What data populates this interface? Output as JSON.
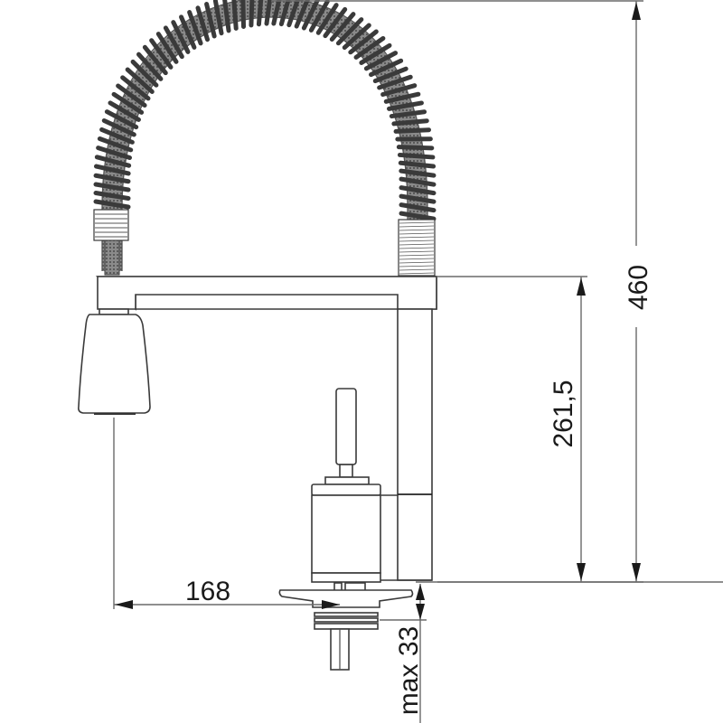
{
  "diagram": {
    "subject": "Pull-down spring kitchen faucet, side elevation technical drawing",
    "units": "mm",
    "colors": {
      "line": "#3a3a3a",
      "dimension_line": "#6a6a6a",
      "text": "#1a1a1a",
      "spring_fill": "#6b6b6b",
      "background": "#ffffff"
    },
    "dimensions": {
      "total_height": {
        "label": "460",
        "orientation": "vertical"
      },
      "spout_height": {
        "label": "261,5",
        "orientation": "vertical"
      },
      "reach": {
        "label": "168",
        "orientation": "horizontal"
      },
      "max_countertop_thickness": {
        "label": "max 33",
        "orientation": "vertical"
      }
    },
    "parts": [
      {
        "id": "spring-hose",
        "name": "Coil spring hose arch"
      },
      {
        "id": "spray-head",
        "name": "Pull-down spray head"
      },
      {
        "id": "spout-arm",
        "name": "Horizontal spout arm"
      },
      {
        "id": "vertical-column",
        "name": "Vertical column"
      },
      {
        "id": "lever-handle",
        "name": "Mixer lever handle"
      },
      {
        "id": "mixer-body",
        "name": "Mixer body"
      },
      {
        "id": "base-plate",
        "name": "Escutcheon / base plate"
      },
      {
        "id": "mounting-shank",
        "name": "Threaded mounting shank"
      }
    ]
  }
}
